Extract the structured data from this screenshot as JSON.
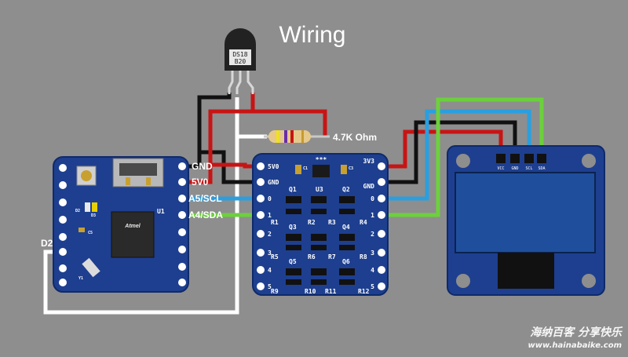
{
  "title": "Wiring",
  "wire_labels": {
    "gnd": "GND",
    "v5": "5V0",
    "scl": "A5/SCL",
    "sda": "A4/SDA",
    "d2": "D2"
  },
  "resistor_label": "4.7K Ohm",
  "sensor_label": [
    "DS18",
    "B20"
  ],
  "level_shifter": {
    "left_pins": [
      "5V0",
      "GND",
      "0",
      "1",
      "2",
      "3",
      "4",
      "5"
    ],
    "right_pins": [
      "3V3",
      "GND",
      "0",
      "1",
      "2",
      "3",
      "4",
      "5"
    ],
    "cap_labels": [
      "C1",
      "C3"
    ],
    "stars": "***",
    "transistors": [
      "Q1",
      "U3",
      "Q2",
      "Q3",
      "Q4",
      "Q5",
      "Q6"
    ],
    "resistors": [
      "R1",
      "R2",
      "R3",
      "R4",
      "R5",
      "R6",
      "R7",
      "R8",
      "R9",
      "R10",
      "R11",
      "R12"
    ]
  },
  "arduino": {
    "labels": [
      "U1",
      "D2",
      "D3",
      "C5",
      "Y1"
    ],
    "chip_logo": "Atmel"
  },
  "oled": {
    "pins": [
      "VCC",
      "GND",
      "SCL",
      "SDA"
    ]
  },
  "watermark": {
    "cn": "海纳百客 分享快乐",
    "url": "www.hainabaike.com"
  },
  "colors": {
    "background": "#8e8e8e",
    "gnd_wire": "#111111",
    "power_wire": "#c81414",
    "scl_wire": "#2a9fe0",
    "sda_wire": "#6cd03c",
    "data_wire": "#ffffff",
    "board": "#1e3f8f",
    "oled_screen": "#1f4f9c"
  }
}
